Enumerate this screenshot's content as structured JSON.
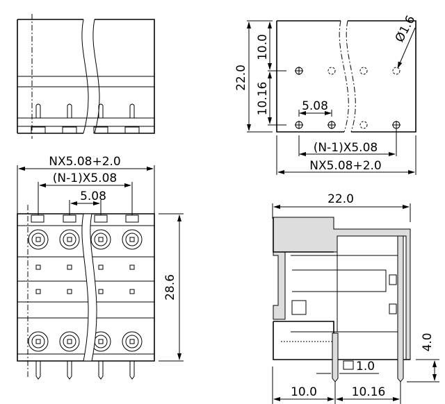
{
  "top_left_view": {},
  "pcb_layout_view": {
    "height_total": "22.0",
    "row_offset_top": "10.0",
    "row_pitch": "10.16",
    "hole_diameter": "Ø1.6",
    "pitch": "5.08",
    "span_pins": "(N-1)X5.08",
    "span_total": "NX5.08+2.0"
  },
  "front_view": {
    "span_total": "NX5.08+2.0",
    "span_pins": "(N-1)X5.08",
    "pitch": "5.08",
    "height": "28.6"
  },
  "side_view": {
    "width": "22.0",
    "pin_length": "4.0",
    "pin_size": "1.0",
    "offset_front": "10.0",
    "row_pitch": "10.16"
  },
  "colors": {
    "line": "#000000",
    "background": "#ffffff"
  }
}
